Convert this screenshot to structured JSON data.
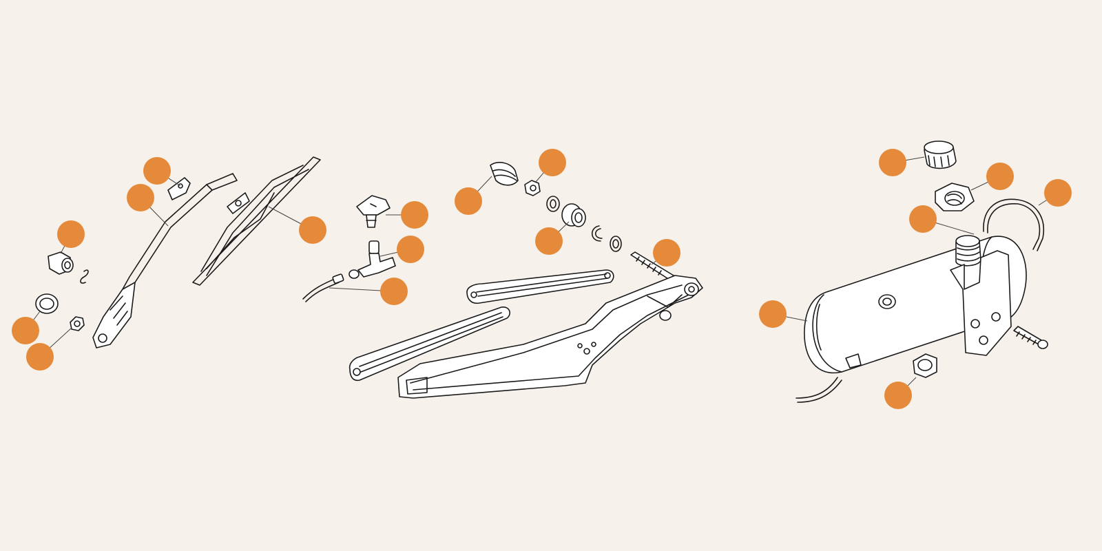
{
  "diagram": {
    "background_color": "#f6f1eb",
    "callout_color": "#e58a3a",
    "line_color": "#1a1a1a",
    "groups": [
      {
        "name": "wiper-arm-and-blade",
        "parts": 7
      },
      {
        "name": "washer-jet-assembly",
        "parts": 3
      },
      {
        "name": "wiper-linkage",
        "parts": 4
      },
      {
        "name": "washer-reservoir",
        "parts": 6
      }
    ]
  }
}
